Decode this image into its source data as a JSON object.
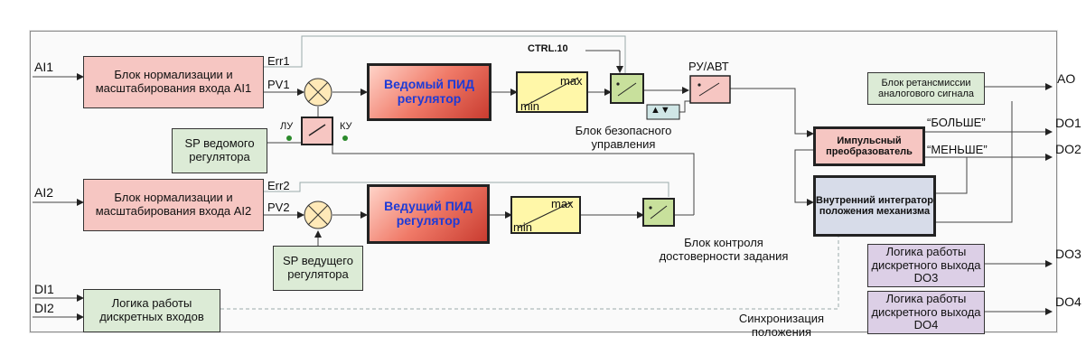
{
  "inputs": {
    "ai1": "AI1",
    "ai2": "AI2",
    "di1": "DI1",
    "di2": "DI2"
  },
  "outputs": {
    "ao": "AO",
    "do1": "DO1",
    "do2": "DO2",
    "do3": "DO3",
    "do4": "DO4"
  },
  "blocks": {
    "norm_ai1": "Блок нормализации и масштабирования входа AI1",
    "norm_ai2": "Блок нормализации и масштабирования входа AI2",
    "sp_slave": "SP ведомого регулятора",
    "sp_master": "SP ведущего регулятора",
    "pid_slave": "Ведомый ПИД регулятор",
    "pid_master": "Ведущий ПИД регулятор",
    "di_logic": "Логика работы дискретных входов",
    "retransmit": "Блок ретансмиссии аналогового сигнала",
    "impulse": "Импульсный преобразователь",
    "integrator": "Внутренний интегратор положения механизма",
    "do3_logic": "Логика работы дискретного выхода DO3",
    "do4_logic": "Логика работы дискретного выхода DO4"
  },
  "labels": {
    "err1": "Err1",
    "pv1": "PV1",
    "err2": "Err2",
    "pv2": "PV2",
    "lu": "ЛУ",
    "ku": "КУ",
    "ctrl10": "CTRL.10",
    "ru_avt": "РУ/АВТ",
    "max1": "max",
    "min1": "min",
    "max2": "max",
    "min2": "min",
    "safe_ctrl": "Блок безопасного управления",
    "setpoint_ctrl": "Блок контроля достоверности задания",
    "sync": "Синхронизация положения",
    "more": "“БОЛЬШЕ”",
    "less": "“МЕНЬШЕ”",
    "arrows": "▲▼"
  }
}
